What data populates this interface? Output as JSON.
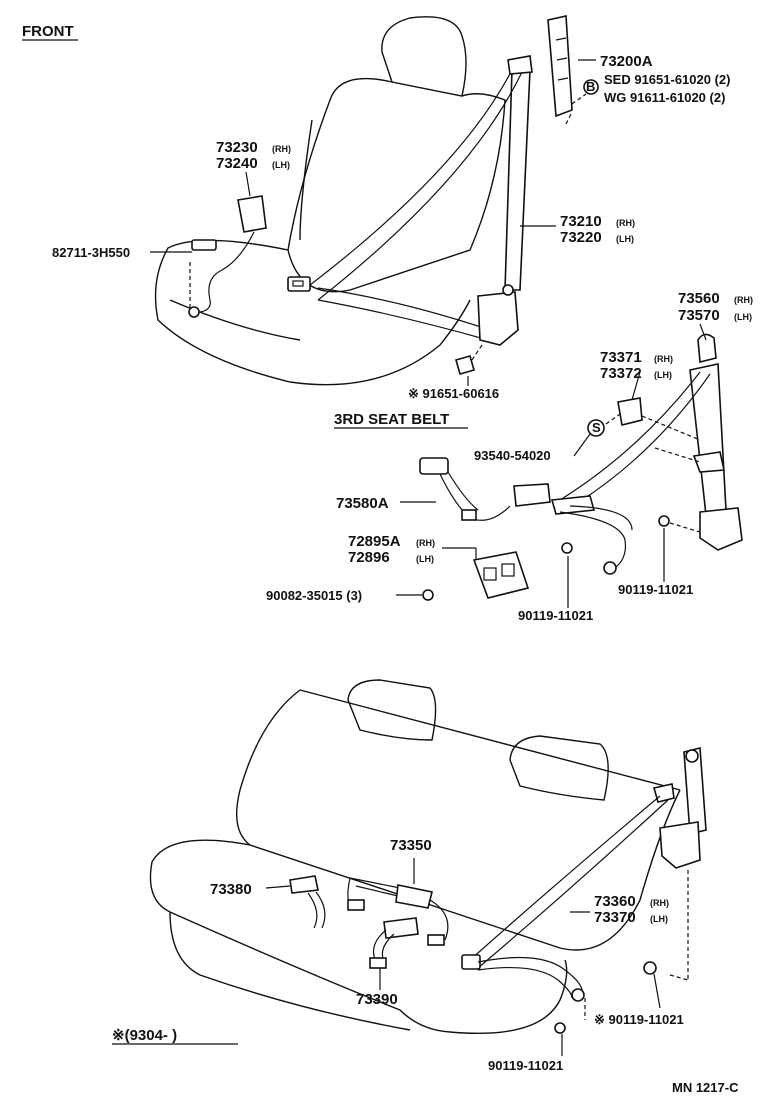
{
  "labels": {
    "front": "FRONT",
    "p73200a": "73200A",
    "sed": "SED 91651-61020 (2)",
    "wg": "WG 91611-61020 (2)",
    "marker_b": "B",
    "p73230": "73230",
    "p73240": "73240",
    "rh": "(RH)",
    "lh": "(LH)",
    "p82711": "82711-3H550",
    "p73210": "73210",
    "p73220": "73220",
    "p91651_60616": "※ 91651-60616",
    "third_seat_belt": "3RD SEAT BELT",
    "p73560": "73560",
    "p73570": "73570",
    "p73371": "73371",
    "p73372": "73372",
    "p93540": "93540-54020",
    "marker_s": "S",
    "p73580a": "73580A",
    "p72895a": "72895A",
    "p72896": "72896",
    "p90082": "90082-35015 (3)",
    "p90119_a": "90119-11021",
    "p90119_b": "90119-11021",
    "p73350": "73350",
    "p73380": "73380",
    "p73360": "73360",
    "p73370": "73370",
    "p73390": "73390",
    "p90119_c": "※ 90119-11021",
    "p90119_d": "90119-11021",
    "note": "※(9304-       )",
    "code": "MN 1217-C"
  }
}
